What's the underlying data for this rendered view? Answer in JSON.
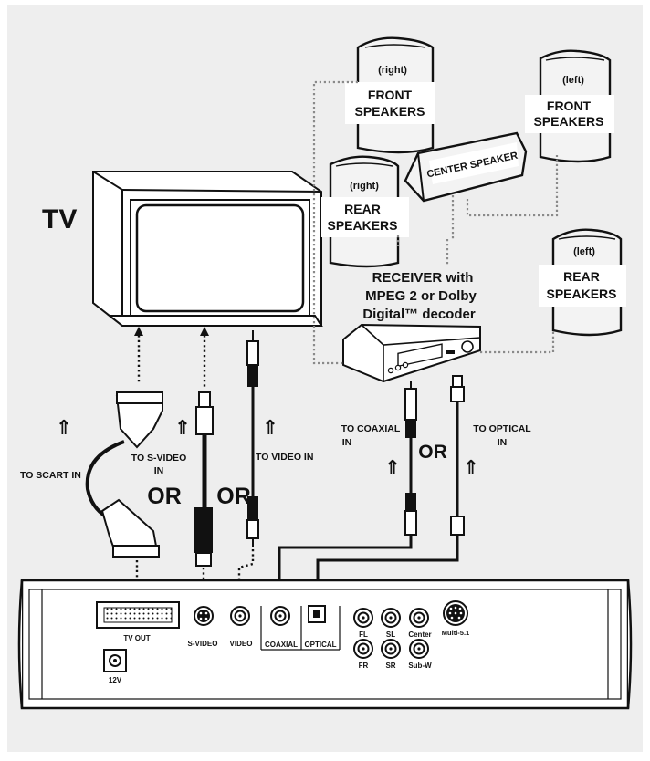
{
  "labels": {
    "tv": "TV",
    "front_right_side": "(right)",
    "front_right_name_1": "FRONT",
    "front_right_name_2": "SPEAKERS",
    "front_left_side": "(left)",
    "front_left_name_1": "FRONT",
    "front_left_name_2": "SPEAKERS",
    "center": "CENTER SPEAKER",
    "rear_right_side": "(right)",
    "rear_right_name_1": "REAR",
    "rear_right_name_2": "SPEAKERS",
    "rear_left_side": "(left)",
    "rear_left_name_1": "REAR",
    "rear_left_name_2": "SPEAKERS",
    "receiver_1": "RECEIVER with",
    "receiver_2": "MPEG 2 or Dolby",
    "receiver_3": "Digital™ decoder",
    "to_scart_in": "TO SCART IN",
    "to_svideo_in_1": "TO S-VIDEO",
    "to_svideo_in_2": "IN",
    "to_video_in": "TO VIDEO IN",
    "to_coaxial_in_1": "TO COAXIAL",
    "to_coaxial_in_2": "IN",
    "to_optical_in_1": "TO OPTICAL",
    "to_optical_in_2": "IN",
    "or_1": "OR",
    "or_2": "OR",
    "or_3": "OR"
  },
  "player_panel": {
    "tv_out": "TV OUT",
    "svideo": "S-VIDEO",
    "video": "VIDEO",
    "coaxial": "COAXIAL",
    "optical": "OPTICAL",
    "fl": "FL",
    "sl": "SL",
    "center": "Center",
    "fr": "FR",
    "sr": "SR",
    "subw": "Sub-W",
    "multi": "Multi-5.1",
    "power": "12V"
  },
  "arrow_glyph": "⇑",
  "colors": {
    "frame_gray": "#eeeeee",
    "line": "#111111",
    "dotted_speaker_wire": "#8a8a8a"
  }
}
